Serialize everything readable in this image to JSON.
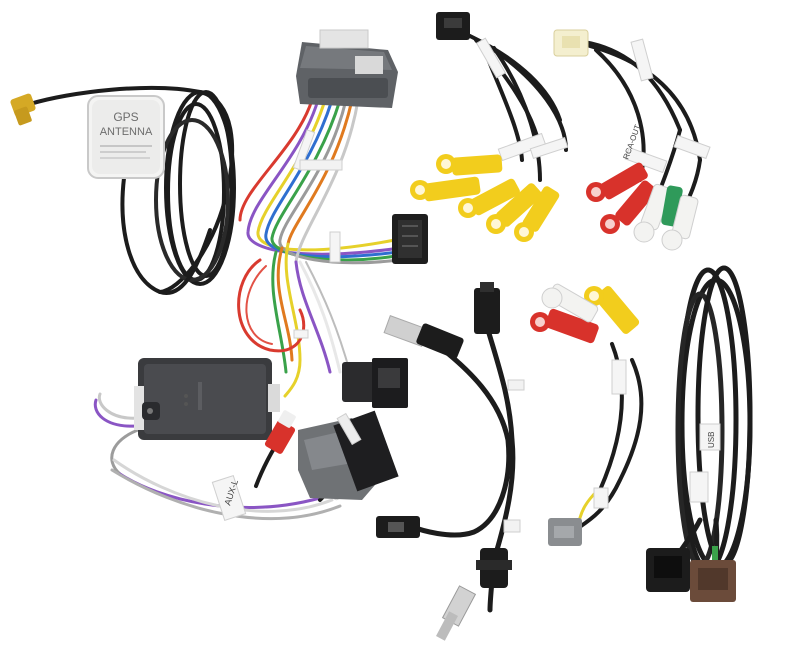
{
  "gps_antenna": {
    "label_line1": "GPS",
    "label_line2": "ANTENNA"
  },
  "harness_tags": {
    "aux": "AUX-L",
    "rca_out": "RCA-OUT",
    "usb": "USB"
  },
  "colors": {
    "black_cable": "#1c1c1c",
    "rca_red": "#d8322b",
    "rca_yellow": "#f2cd1d",
    "rca_white": "#f3f3f1",
    "rca_green": "#2f9a5a",
    "connector_grey": "#6f7275",
    "module_dark": "#3a3b3e"
  }
}
